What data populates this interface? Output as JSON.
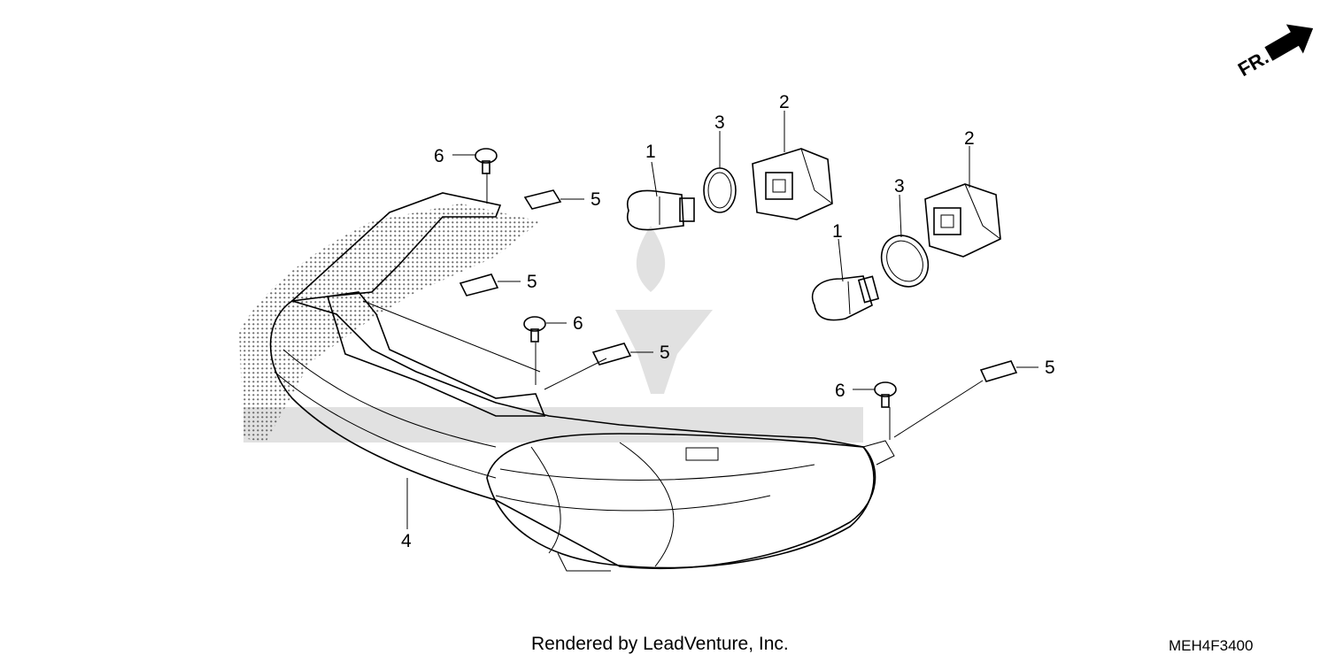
{
  "callouts": {
    "bulb_a": "1",
    "bulb_b": "1",
    "socket_a": "2",
    "socket_b": "2",
    "oring_a": "3",
    "oring_b": "3",
    "taillight_unit": "4",
    "clip_a": "5",
    "clip_b": "5",
    "clip_c": "5",
    "clip_d": "5",
    "screw_a": "6",
    "screw_b": "6",
    "screw_c": "6"
  },
  "direction_marker": "FR.",
  "credit": "Rendered by LeadVenture, Inc.",
  "diagram_code": "MEH4F3400"
}
